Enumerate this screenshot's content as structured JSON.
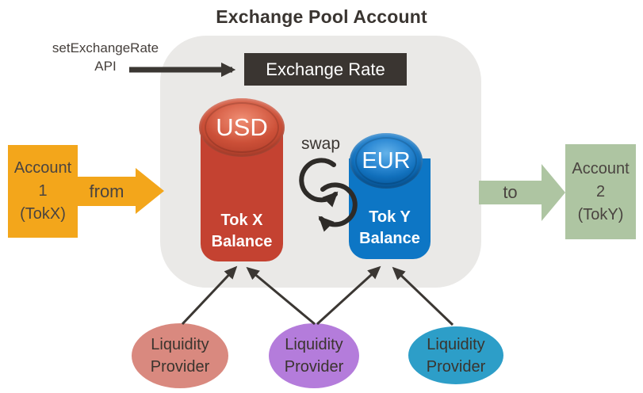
{
  "title": "Exchange Pool Account",
  "api_label": {
    "line1": "setExchangeRate",
    "line2": "API"
  },
  "exchange_rate_box": {
    "label": "Exchange Rate"
  },
  "swap_label": "swap",
  "accounts": {
    "left": {
      "lines": [
        "Account",
        "1",
        "(TokX)"
      ],
      "arrow_label": "from"
    },
    "right": {
      "lines": [
        "Account",
        "2",
        "(TokY)"
      ],
      "arrow_label": "to"
    }
  },
  "cylinders": {
    "tokx": {
      "coin": "USD",
      "label_line1": "Tok X",
      "label_line2": "Balance"
    },
    "toky": {
      "coin": "EUR",
      "label_line1": "Tok Y",
      "label_line2": "Balance"
    }
  },
  "providers": [
    {
      "line1": "Liquidity",
      "line2": "Provider",
      "color": "#D9897F"
    },
    {
      "line1": "Liquidity",
      "line2": "Provider",
      "color": "#B47CDB"
    },
    {
      "line1": "Liquidity",
      "line2": "Provider",
      "color": "#2D9EC8"
    }
  ],
  "colors": {
    "pool_bg": "#EAE9E7",
    "dark_box": "#3A3531",
    "dark_text": "#3F3A36",
    "arrow_dark": "#3B3733",
    "orange": "#F3A61B",
    "green": "#AEC5A2",
    "red_cylinder": "#C44231",
    "blue_cylinder": "#0D76C5",
    "pink": "#D9897F",
    "purple": "#B47CDB",
    "teal": "#2D9EC8"
  }
}
